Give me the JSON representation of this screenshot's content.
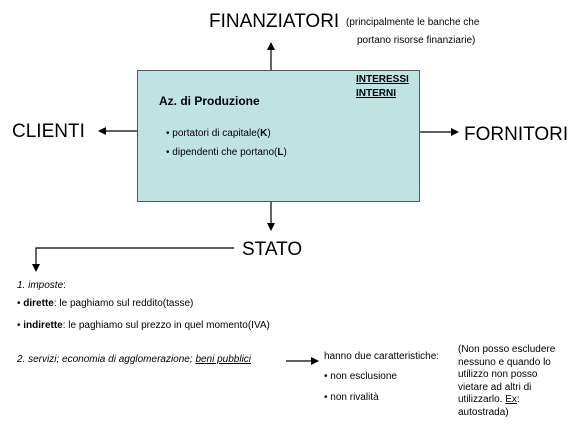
{
  "top": {
    "label": "FINANZIATORI",
    "note_line1": "(principalmente le banche che",
    "note_line2": "portano risorse finanziarie)"
  },
  "box": {
    "title": "Az. di Produzione",
    "interessi_line1": "INTERESSI",
    "interessi_line2": "INTERNI",
    "item1_text": "• portatori di capitale(",
    "item1_letter": "K",
    "item1_close": ")",
    "item2_text": "• dipendenti che portano(",
    "item2_letter": "L",
    "item2_close": ")"
  },
  "left": {
    "label": "CLIENTI"
  },
  "right": {
    "label": "FORNITORI"
  },
  "bottom": {
    "label": "STATO"
  },
  "list": {
    "imposte_heading": "1. imposte",
    "imposte_colon": ":",
    "dirette_bullet": "• ",
    "dirette_term": "dirette",
    "dirette_text": ": le paghiamo sul reddito(tasse)",
    "indirette_bullet": "• ",
    "indirette_term": "indirette",
    "indirette_text": ": le paghiamo sul prezzo in quel momento(IVA)",
    "servizi_text": "2. servizi; economia di agglomerazione; ",
    "servizi_link": "beni pubblici"
  },
  "characteristics": {
    "heading": "hanno due caratteristiche:",
    "item1": "• non esclusione",
    "item2": "• non rivalità",
    "note_line1": "(Non posso escludere",
    "note_line2": "nessuno e quando lo",
    "note_line3": "utilizzo non posso",
    "note_line4": "vietare ad altri di",
    "note_line5": "utilizzarlo. ",
    "note_ex": "Ex",
    "note_colon": ":",
    "note_line6": "autostrada)"
  }
}
